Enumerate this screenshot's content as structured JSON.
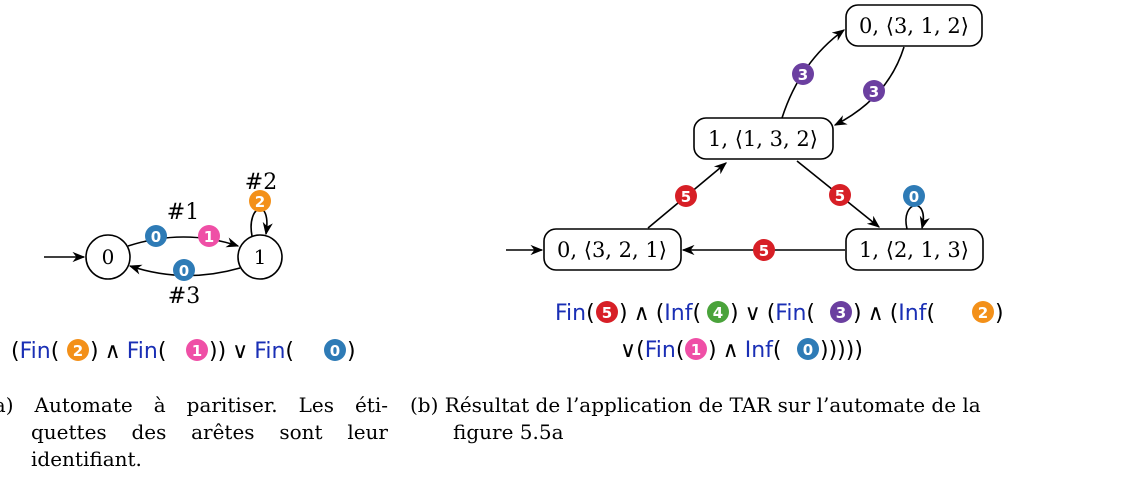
{
  "colors": {
    "mark_0": "#2e7bb6",
    "mark_1": "#ef4fa6",
    "mark_2": "#f39019",
    "mark_3": "#6b3fa0",
    "mark_4": "#4aa33b",
    "mark_5": "#d71f26",
    "formula_keyword": "#1a2fb5"
  },
  "fig_a": {
    "state_0": "0",
    "state_1": "1",
    "edge_label_1": "#1",
    "edge_label_2": "#2",
    "edge_label_3": "#3",
    "mark_0": "0",
    "mark_1": "1",
    "mark_2": "2",
    "acceptance": {
      "fin": "Fin",
      "and": "∧",
      "or": "∨",
      "mark_2": "2",
      "mark_1": "1",
      "mark_0": "0"
    },
    "caption_line1_words": [
      "(a)",
      "Automate",
      "à",
      "paritiser.",
      "Les",
      "éti-"
    ],
    "caption_line2_words": [
      "quettes",
      "des",
      "arêtes",
      "sont",
      "leur"
    ],
    "caption_line3": "identifiant."
  },
  "fig_b": {
    "state_top": "0, ⟨3, 1, 2⟩",
    "state_mid": "1, ⟨1, 3, 2⟩",
    "state_left": "0, ⟨3, 2, 1⟩",
    "state_right": "1, ⟨2, 1, 3⟩",
    "mark_3": "3",
    "mark_5": "5",
    "mark_0": "0",
    "acceptance": {
      "fin": "Fin",
      "inf": "Inf",
      "and": "∧",
      "or": "∨",
      "mark_5": "5",
      "mark_4": "4",
      "mark_3": "3",
      "mark_2": "2",
      "mark_1": "1",
      "mark_0": "0"
    },
    "caption_line1": "(b) Résultat de l’application de TAR sur l’automate de la",
    "caption_line2": "figure 5.5a"
  }
}
